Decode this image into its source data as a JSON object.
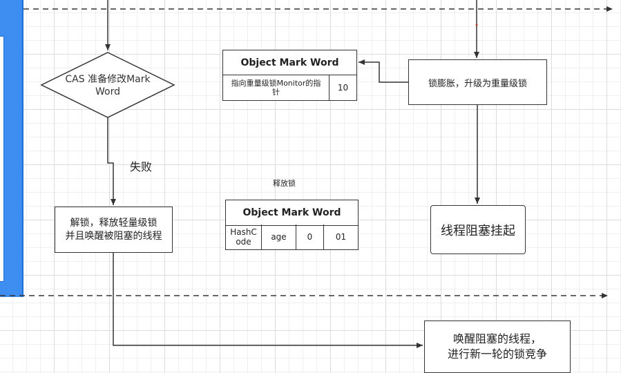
{
  "decision": {
    "label": "CAS 准备修改Mark Word"
  },
  "edge_fail_label": "失败",
  "release_lock_label": "释放锁",
  "unlock_box": {
    "line1": "解锁，释放轻量级锁",
    "line2": "并且唤醒被阻塞的线程"
  },
  "heavy_mark_word": {
    "title": "Object Mark Word",
    "cells": [
      "指向重量级锁Monitor的指针",
      "10"
    ]
  },
  "inflate_box": {
    "label": "锁膨胀，升级为重量级锁"
  },
  "blocked_box": {
    "label": "线程阻塞挂起"
  },
  "released_mark_word": {
    "title": "Object Mark Word",
    "cells": [
      "HashCode",
      "age",
      "0",
      "01"
    ]
  },
  "wake_box": {
    "line1": "唤醒阻塞的线程，",
    "line2": "进行新一轮的锁竞争"
  },
  "colors": {
    "stroke": "#333333",
    "swimlane": "#3d8ef0",
    "grid": "#dcdcdc"
  }
}
